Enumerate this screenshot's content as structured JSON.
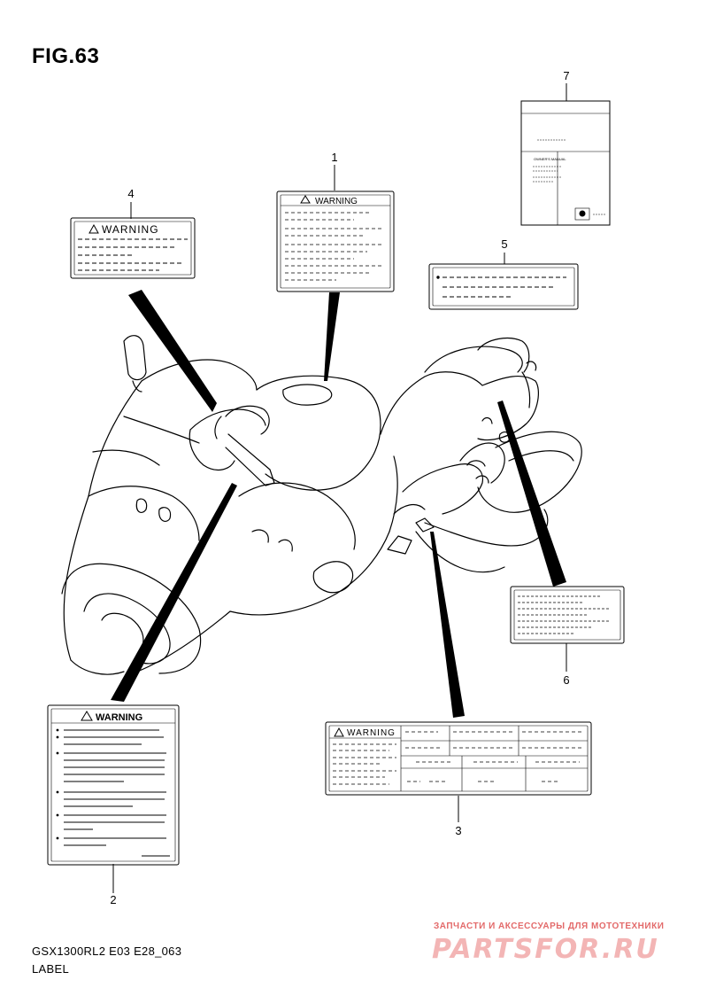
{
  "figure": {
    "title": "FIG.63",
    "model_code": "GSX1300RL2 E03 E28_063",
    "section": "LABEL"
  },
  "callouts": [
    {
      "id": "1"
    },
    {
      "id": "2"
    },
    {
      "id": "3"
    },
    {
      "id": "4"
    },
    {
      "id": "5"
    },
    {
      "id": "6"
    },
    {
      "id": "7"
    }
  ],
  "labels": {
    "label1": {
      "heading": "WARNING"
    },
    "label2": {
      "heading": "WARNING"
    },
    "label3": {
      "heading": "WARNING"
    },
    "label4": {
      "heading": "WARNING"
    },
    "label7": {
      "heading": "OWNER'S MANUAL"
    }
  },
  "watermark": {
    "tagline": "ЗАПЧАСТИ И АКСЕССУАРЫ ДЛЯ МОТОТЕХНИКИ",
    "logo": "PARTSFOR.RU"
  }
}
